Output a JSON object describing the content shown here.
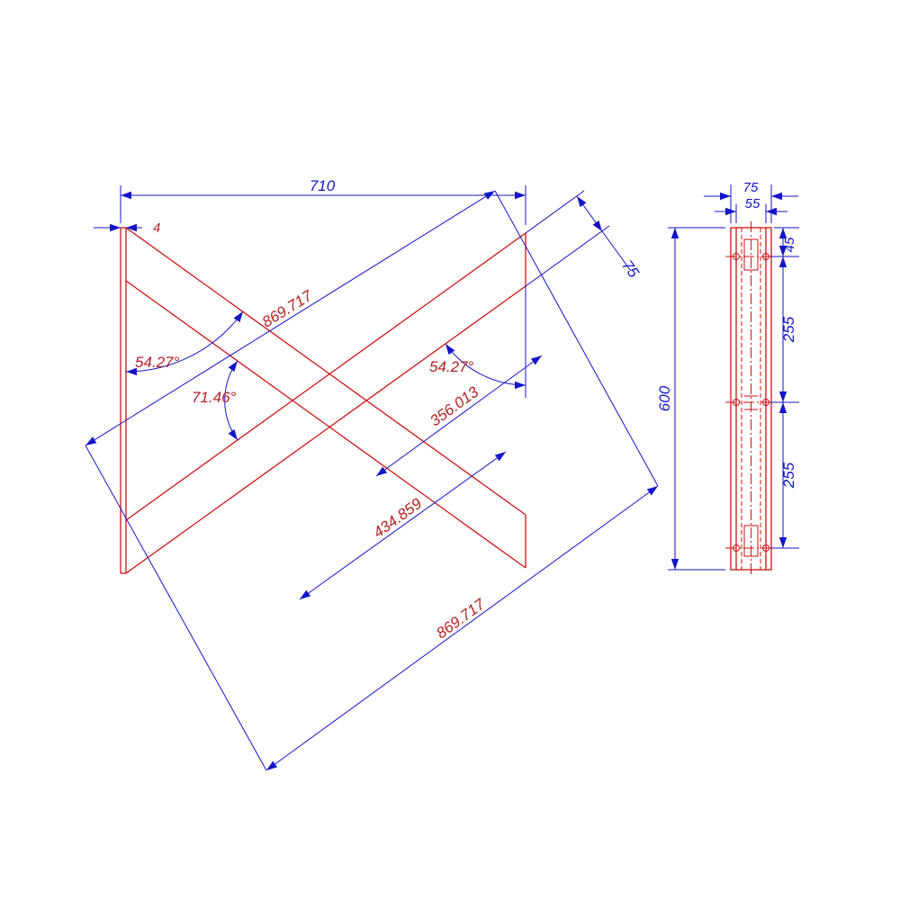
{
  "drawing": {
    "colors": {
      "background": "#ffffff",
      "geometry": "#cd1212",
      "dimension_line": "#1414c8",
      "text_blue": "#1414c8",
      "text_red": "#b42222"
    },
    "labels": {
      "dim710": {
        "text": "710",
        "color": "#1414c8"
      },
      "dim4": {
        "text": "4",
        "color": "#b42222"
      },
      "dim869_upper": {
        "text": "869.717",
        "color": "#b42222"
      },
      "angle54_left": {
        "text": "54.27°",
        "color": "#b42222"
      },
      "angle71": {
        "text": "71.46°",
        "color": "#b42222"
      },
      "angle54_right": {
        "text": "54.27°",
        "color": "#b42222"
      },
      "dim356": {
        "text": "356.013",
        "color": "#b42222"
      },
      "dim434": {
        "text": "434.859",
        "color": "#b42222"
      },
      "dim869_lower": {
        "text": "869.717",
        "color": "#b42222"
      },
      "dim75_width": {
        "text": "75",
        "color": "#1414c8"
      },
      "side75": {
        "text": "75",
        "color": "#1414c8"
      },
      "side55": {
        "text": "55",
        "color": "#1414c8"
      },
      "side600": {
        "text": "600",
        "color": "#1414c8"
      },
      "side45": {
        "text": "45",
        "color": "#1414c8"
      },
      "side255_upper": {
        "text": "255",
        "color": "#1414c8"
      },
      "side255_lower": {
        "text": "255",
        "color": "#1414c8"
      }
    }
  }
}
